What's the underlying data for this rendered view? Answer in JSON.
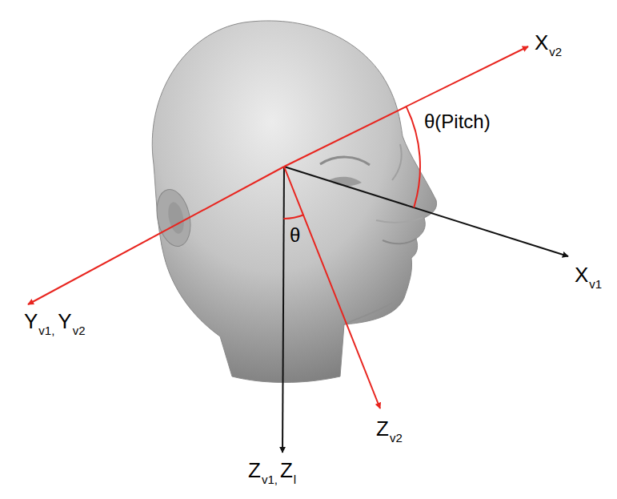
{
  "diagram": {
    "labels": [
      "X",
      "v2",
      "θ(Pitch)",
      "θ",
      "X",
      "v1",
      "Y",
      "v1,",
      "Y",
      "v2",
      "Z",
      "v2",
      "Z",
      "v1,",
      "Z",
      "l"
    ]
  }
}
